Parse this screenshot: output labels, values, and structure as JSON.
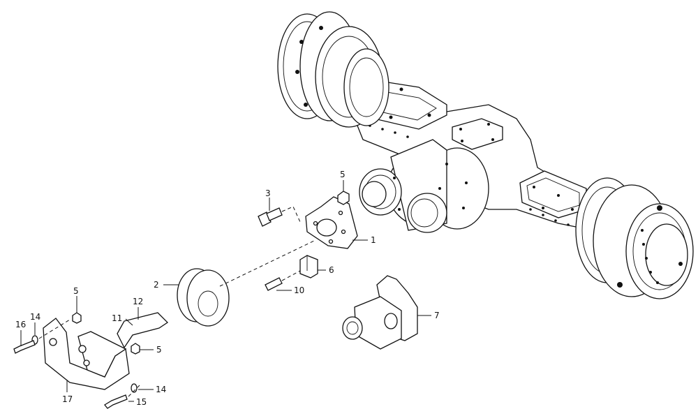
{
  "callouts": [
    {
      "id": "c1",
      "label": "1"
    },
    {
      "id": "c2",
      "label": "2"
    },
    {
      "id": "c3",
      "label": "3"
    },
    {
      "id": "c5a",
      "label": "5"
    },
    {
      "id": "c5b",
      "label": "5"
    },
    {
      "id": "c5c",
      "label": "5"
    },
    {
      "id": "c6",
      "label": "6"
    },
    {
      "id": "c7",
      "label": "7"
    },
    {
      "id": "c10",
      "label": "10"
    },
    {
      "id": "c11",
      "label": "11"
    },
    {
      "id": "c12",
      "label": "12"
    },
    {
      "id": "c14a",
      "label": "14"
    },
    {
      "id": "c14b",
      "label": "14"
    },
    {
      "id": "c15",
      "label": "15"
    },
    {
      "id": "c16",
      "label": "16"
    },
    {
      "id": "c17",
      "label": "17"
    }
  ]
}
